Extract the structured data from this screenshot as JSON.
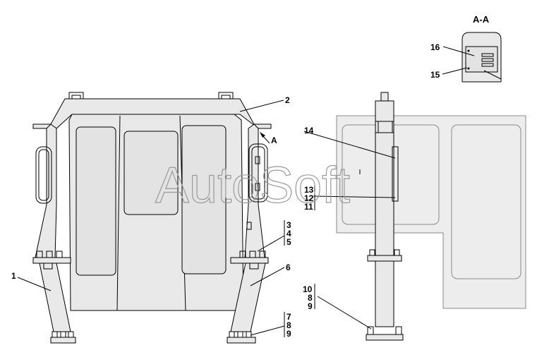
{
  "watermark": "AutoSoft",
  "section_title": "А-А",
  "view_arrow_label": "А",
  "callouts": {
    "c1": "1",
    "c2": "2",
    "c3": "3",
    "c4": "4",
    "c5": "5",
    "c6": "6",
    "c7": "7",
    "c8": "8",
    "c9": "9",
    "c10": "10",
    "c8b": "8",
    "c9b": "9",
    "c11": "11",
    "c12": "12",
    "c13": "13",
    "c14": "14",
    "c15": "15",
    "c16": "16"
  }
}
